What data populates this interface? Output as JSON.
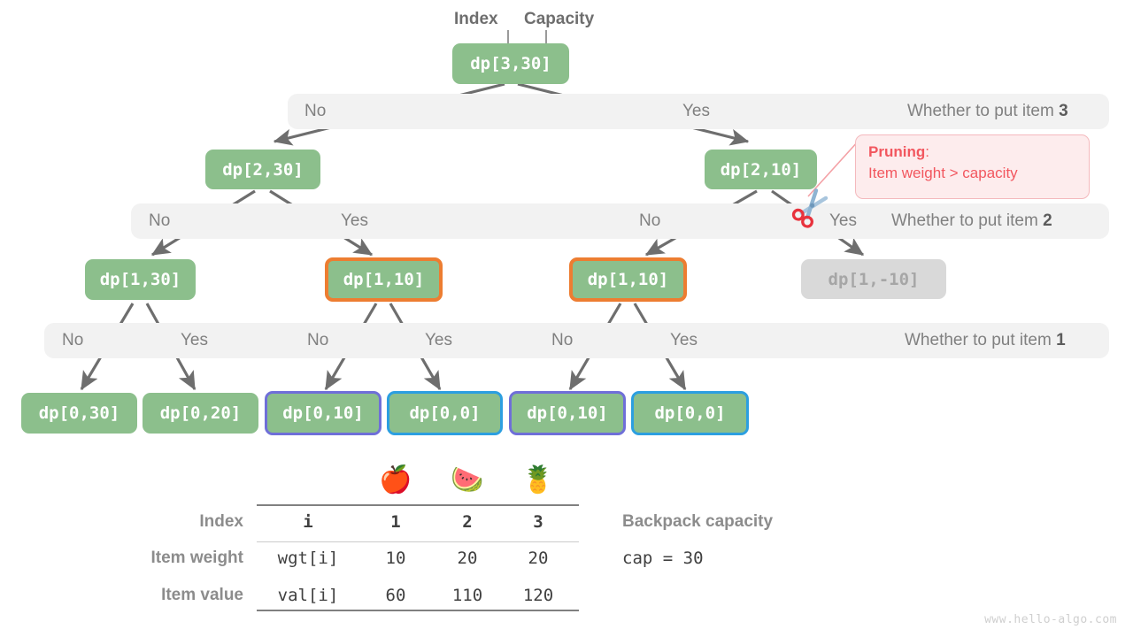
{
  "headers": {
    "index_label": "Index",
    "capacity_label": "Capacity"
  },
  "tree": {
    "root": {
      "text": "dp[3,30]"
    },
    "level1": [
      {
        "text": "dp[2,30]"
      },
      {
        "text": "dp[2,10]"
      }
    ],
    "level2": [
      {
        "text": "dp[1,30]"
      },
      {
        "text": "dp[1,10]"
      },
      {
        "text": "dp[1,10]"
      },
      {
        "text": "dp[1,-10]"
      }
    ],
    "level3": [
      {
        "text": "dp[0,30]"
      },
      {
        "text": "dp[0,20]"
      },
      {
        "text": "dp[0,10]"
      },
      {
        "text": "dp[0,0]"
      },
      {
        "text": "dp[0,10]"
      },
      {
        "text": "dp[0,0]"
      }
    ]
  },
  "bands": [
    {
      "no": "No",
      "yes": "Yes",
      "question_prefix": "Whether to put item ",
      "question_item": "3"
    },
    {
      "no1": "No",
      "yes1": "Yes",
      "no2": "No",
      "yes2": "Yes",
      "question_prefix": "Whether to put item ",
      "question_item": "2"
    },
    {
      "no1": "No",
      "yes1": "Yes",
      "no2": "No",
      "yes2": "Yes",
      "no3": "No",
      "yes3": "Yes",
      "question_prefix": "Whether to put item ",
      "question_item": "1"
    }
  ],
  "pruning": {
    "title": "Pruning",
    "title_suffix": ":",
    "reason": "Item weight > capacity",
    "icon": "scissors-icon"
  },
  "table": {
    "row_labels": [
      "Index",
      "Item weight",
      "Item value"
    ],
    "name_col": [
      "i",
      "wgt[i]",
      "val[i]"
    ],
    "columns": [
      "1",
      "2",
      "3"
    ],
    "weights": [
      "10",
      "20",
      "20"
    ],
    "values": [
      "60",
      "110",
      "120"
    ],
    "fruit_icons": [
      "apple-icon",
      "watermelon-icon",
      "pineapple-icon"
    ],
    "fruit_glyphs": [
      "🍎",
      "🍉",
      "🍍"
    ]
  },
  "capacity": {
    "label": "Backpack capacity",
    "value": "cap = 30"
  },
  "watermark": "www.hello-algo.com",
  "colors": {
    "node_green": "#8cbf8c",
    "band_gray": "#f2f2f2",
    "orange_border": "#ed7d31",
    "purple_border": "#6f6fd8",
    "blue_border": "#2c9fe0",
    "pruning_red": "#f2575f",
    "disabled_gray": "#d9d9d9",
    "edge_gray": "#6e6e6e"
  }
}
